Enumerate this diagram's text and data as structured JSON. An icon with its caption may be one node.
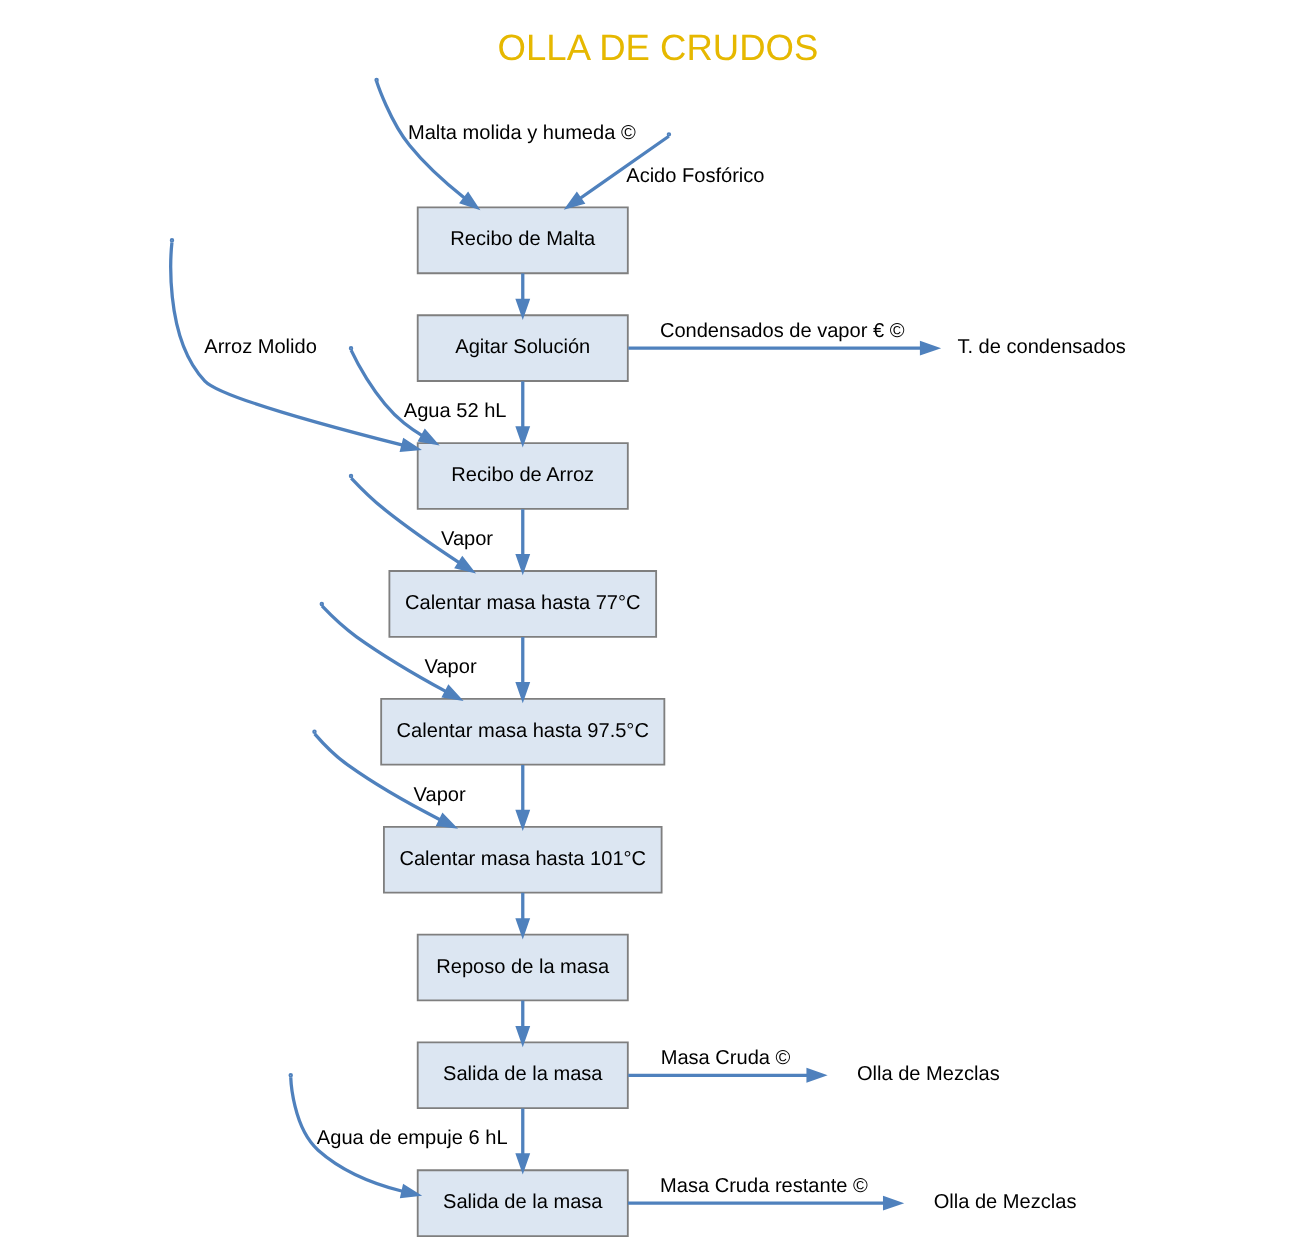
{
  "diagram": {
    "title": "OLLA DE CRUDOS",
    "nodes": [
      {
        "text": [
          "Recibo de Malta"
        ]
      },
      {
        "text": [
          "Agitar Solución"
        ]
      },
      {
        "text": [
          "T. de condensados"
        ]
      },
      {
        "text": [
          "Recibo de Arroz"
        ]
      },
      {
        "text": [
          "Calentar masa hasta 77°C"
        ]
      },
      {
        "text": [
          "Calentar masa hasta 97.5°C"
        ]
      },
      {
        "text": [
          "Calentar masa hasta 101°C"
        ]
      },
      {
        "text": [
          "Reposo de la masa"
        ]
      },
      {
        "text": [
          "Salida de la masa"
        ]
      },
      {
        "text": [
          "Olla de Mezclas"
        ]
      },
      {
        "text": [
          "Salida de la masa"
        ]
      },
      {
        "text": [
          "Olla de Mezclas"
        ]
      }
    ],
    "edges": [
      {
        "from": null,
        "to": 0,
        "arrow": "to",
        "label": "Malta molida y humeda ©"
      },
      {
        "from": null,
        "to": 0,
        "arrow": "to",
        "label": "Acido Fosfórico"
      },
      {
        "from": 0,
        "to": 1,
        "arrow": "to"
      },
      {
        "from": 1,
        "to": 2,
        "arrow": "to",
        "label": "Condensados de vapor € ©"
      },
      {
        "from": 1,
        "to": 3,
        "arrow": "to"
      },
      {
        "from": null,
        "to": 3,
        "arrow": "to",
        "label": "Arroz Molido"
      },
      {
        "from": null,
        "to": 3,
        "arrow": "to",
        "label": "Agua 52 hL"
      },
      {
        "from": 3,
        "to": 4,
        "arrow": "to"
      },
      {
        "from": null,
        "to": 4,
        "arrow": "to",
        "label": "Vapor"
      },
      {
        "from": 4,
        "to": 5,
        "arrow": "to"
      },
      {
        "from": null,
        "to": 5,
        "arrow": "to",
        "label": "Vapor"
      },
      {
        "from": 5,
        "to": 6,
        "arrow": "to"
      },
      {
        "from": null,
        "to": 6,
        "arrow": "to",
        "label": "Vapor"
      },
      {
        "from": 6,
        "to": 7,
        "arrow": "to"
      },
      {
        "from": 7,
        "to": 8,
        "arrow": "to"
      },
      {
        "from": 8,
        "to": 9,
        "arrow": "to",
        "label": "Masa Cruda ©"
      },
      {
        "from": 8,
        "to": 10,
        "arrow": "to"
      },
      {
        "from": null,
        "to": 10,
        "arrow": "to",
        "label": "Agua de empuje 6 hL"
      },
      {
        "from": 10,
        "to": 11,
        "arrow": "to",
        "label": "Masa Cruda restante ©"
      }
    ]
  }
}
